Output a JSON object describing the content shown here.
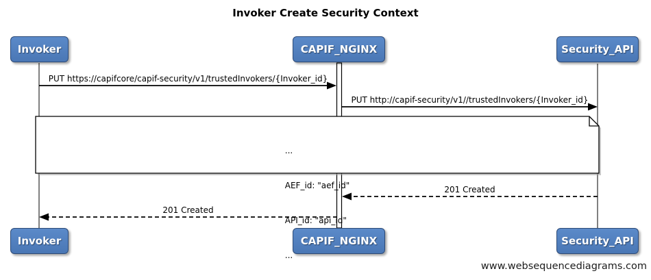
{
  "diagram": {
    "title": "Invoker Create Security Context",
    "participants": [
      {
        "name": "Invoker"
      },
      {
        "name": "CAPIF_NGINX"
      },
      {
        "name": "Security_API"
      }
    ],
    "messages": [
      {
        "from": "Invoker",
        "to": "CAPIF_NGINX",
        "label": "PUT https://capifcore/capif-security/v1/trustedInvokers/{Invoker_id}",
        "style": "solid"
      },
      {
        "from": "CAPIF_NGINX",
        "to": "Security_API",
        "label": "PUT http://capif-security/v1//trustedInvokers/{Invoker_id}",
        "style": "solid"
      },
      {
        "from": "Security_API",
        "to": "CAPIF_NGINX",
        "label": "201 Created",
        "style": "dashed"
      },
      {
        "from": "CAPIF_NGINX",
        "to": "Invoker",
        "label": "201 Created",
        "style": "dashed"
      }
    ],
    "note": {
      "lines": [
        "...",
        "AEF_id: \"aef_id\"",
        "API_id: \"api_id\"",
        "..."
      ]
    },
    "footer": "www.websequencediagrams.com",
    "colors": {
      "participant_fill": "#4d7cbb",
      "participant_border": "#2d4a76",
      "participant_text": "#ffffff",
      "lifeline": "#808080",
      "message_line": "#000000",
      "note_fill": "#ffffff",
      "note_border": "#000000"
    }
  }
}
